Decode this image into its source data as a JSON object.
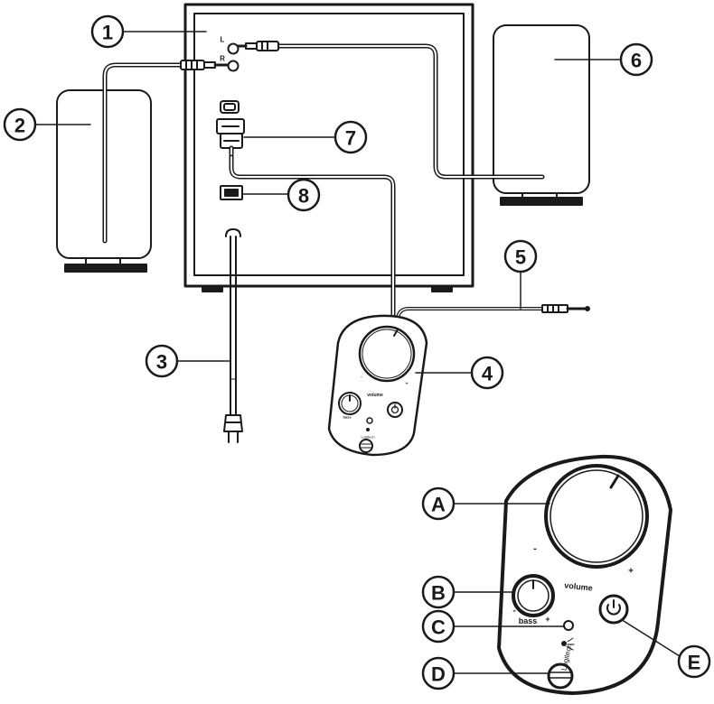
{
  "callouts": {
    "c1": "1",
    "c2": "2",
    "c3": "3",
    "c4": "4",
    "c5": "5",
    "c6": "6",
    "c7": "7",
    "c8": "8",
    "cA": "A",
    "cB": "B",
    "cC": "C",
    "cD": "D",
    "cE": "E"
  },
  "subwoofer_jacks": {
    "left_label": "L",
    "right_label": "R"
  },
  "control_pod_small": {
    "volume_label": "volume",
    "bass_label": "bass",
    "brand": "Logitech",
    "minus": "-",
    "plus": "+"
  },
  "control_pod_large": {
    "volume_label": "volume",
    "bass_label": "bass",
    "brand": "Logitech",
    "minus": "-",
    "plus": "+"
  },
  "colors": {
    "line": "#1a1a1a",
    "background": "#ffffff"
  }
}
